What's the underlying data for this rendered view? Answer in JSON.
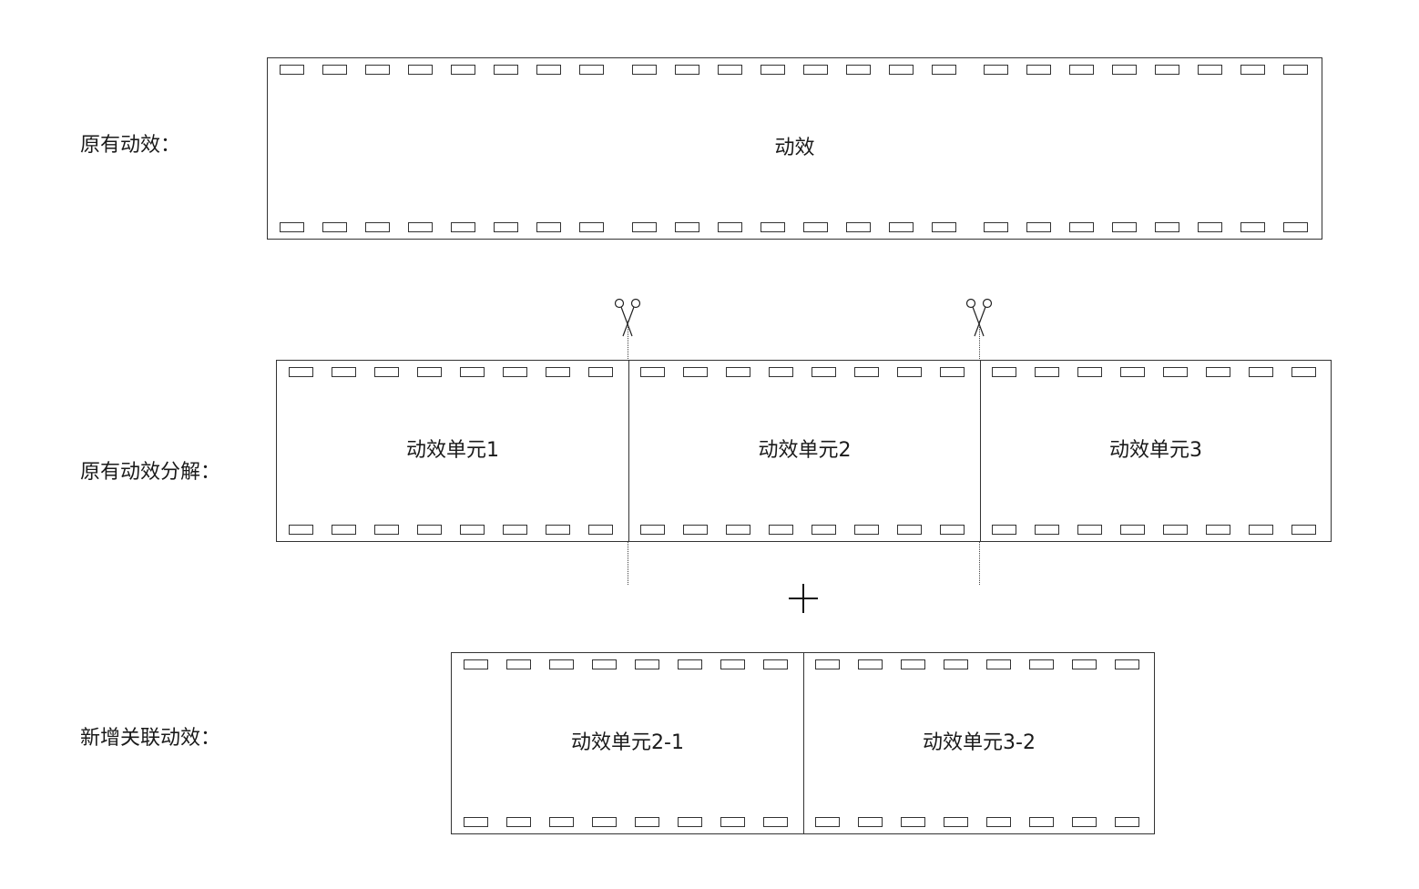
{
  "rows": [
    {
      "label": "原有动效：",
      "frames": [
        {
          "label": "动效"
        }
      ]
    },
    {
      "label": "原有动效分解：",
      "frames": [
        {
          "label": "动效单元1"
        },
        {
          "label": "动效单元2"
        },
        {
          "label": "动效单元3"
        }
      ]
    },
    {
      "label": "新增关联动效：",
      "frames": [
        {
          "label": "动效单元2-1"
        },
        {
          "label": "动效单元3-2"
        }
      ]
    }
  ],
  "icons": {
    "cut_marker": "scissors-icon",
    "combine_marker": "plus-icon"
  },
  "colors": {
    "stroke": "#333333",
    "background": "#ffffff"
  }
}
